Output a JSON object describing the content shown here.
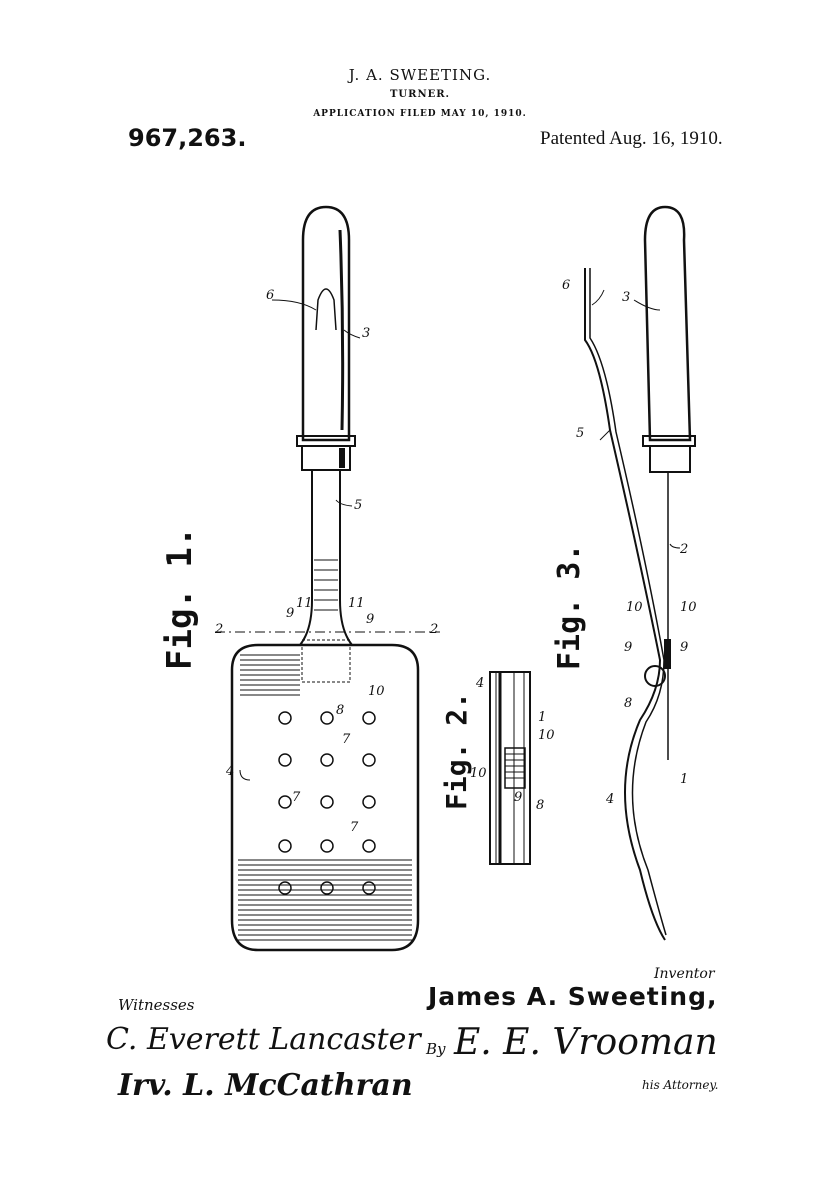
{
  "header": {
    "inventor": "J. A. SWEETING.",
    "title": "TURNER.",
    "filed": "APPLICATION FILED MAY 10, 1910.",
    "patent_number": "967,263.",
    "patent_date": "Patented Aug. 16, 1910."
  },
  "figures": {
    "fig1": "Fig. 1.",
    "fig2": "Fig. 2.",
    "fig3": "Fig. 3."
  },
  "reference_numerals": {
    "n1": "1",
    "n2": "2",
    "n3": "3",
    "n4": "4",
    "n5": "5",
    "n6": "6",
    "n7": "7",
    "n8": "8",
    "n9": "9",
    "n10": "10",
    "n11": "11"
  },
  "signatures": {
    "witnesses_label": "Witnesses",
    "witness1": "C. Everett Lancaster",
    "witness2": "Irv. L. McCathran",
    "inventor_label": "Inventor",
    "inventor_name": "James A. Sweeting,",
    "by_label": "By",
    "attorney_name": "E. E. Vrooman",
    "attorney_label": "his Attorney."
  }
}
